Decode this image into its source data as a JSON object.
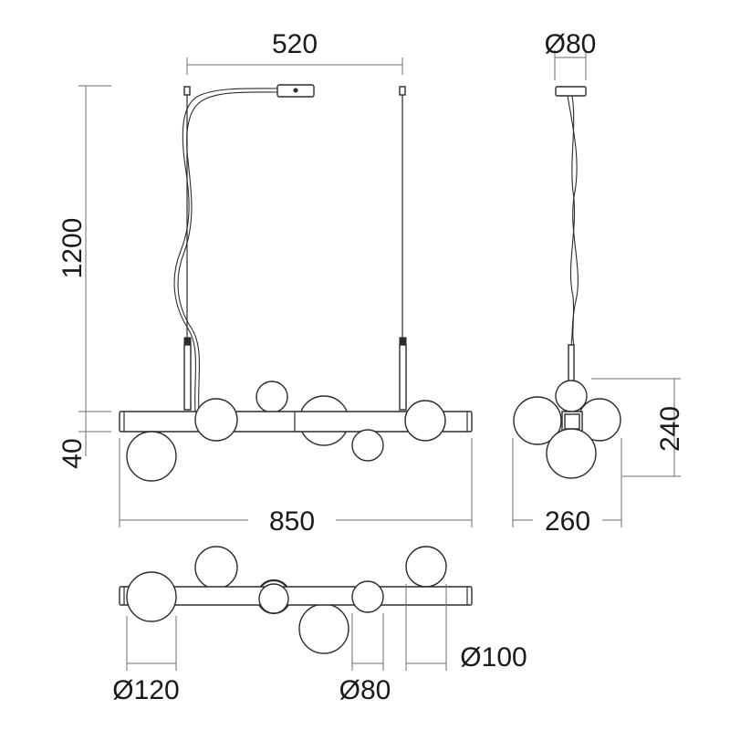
{
  "dimensions": {
    "suspension_spacing": "520",
    "canopy_diameter": "Ø80",
    "cable_height": "1200",
    "bar_thickness": "40",
    "overall_width": "850",
    "side_height": "240",
    "side_depth": "260",
    "globe_large": "Ø120",
    "globe_small": "Ø80",
    "globe_medium": "Ø100"
  },
  "colors": {
    "line": "#2b2b2b",
    "dimension_line": "#6e6e6e",
    "background": "#ffffff"
  }
}
